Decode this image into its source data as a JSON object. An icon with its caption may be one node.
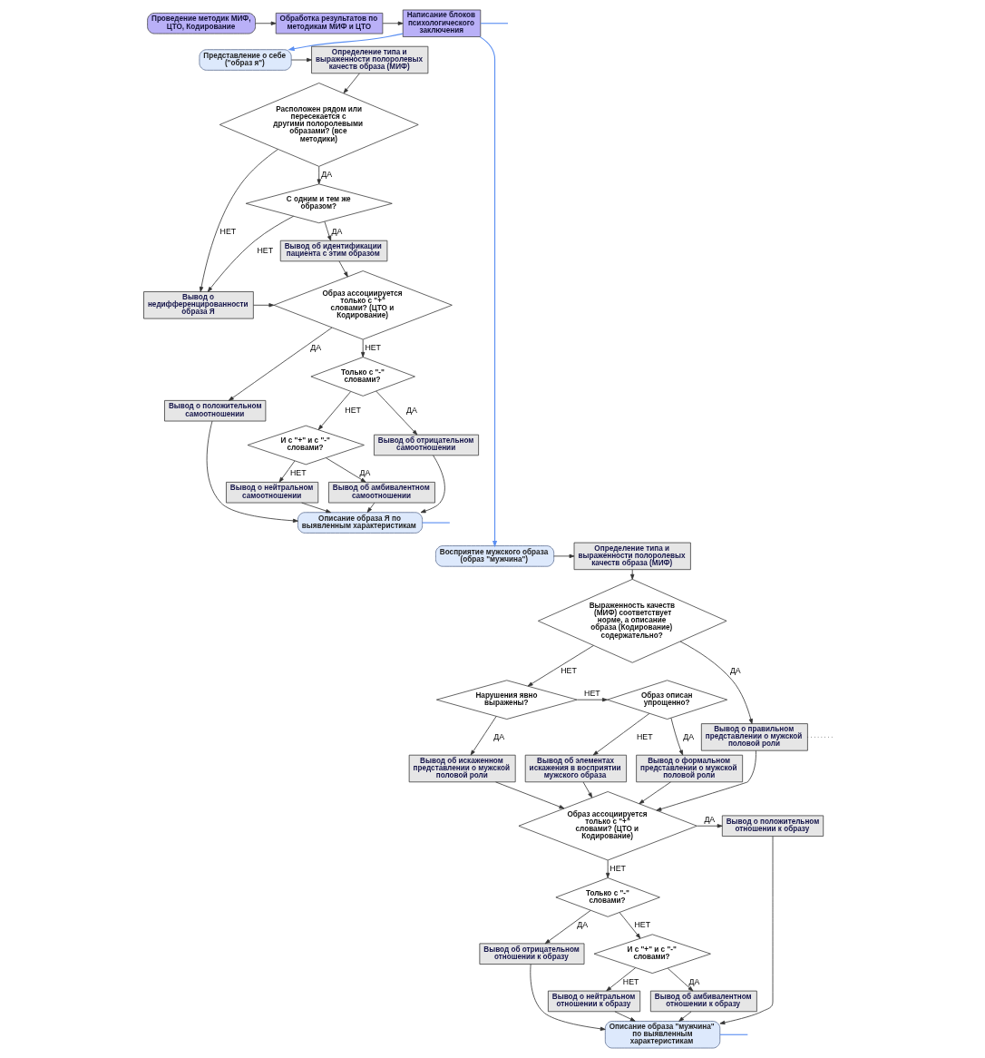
{
  "diagram": {
    "nodes": [
      {
        "text": [
          "Проведение методик МИФ, ЦТО, Кодирование"
        ]
      },
      {
        "text": [
          "Обработка результатов по методикам МИФ и ЦТО"
        ]
      },
      {
        "text": [
          "Написание блоков психологического заключения"
        ]
      },
      {
        "text": [
          "Представление о себе (\"образ я\")"
        ]
      },
      {
        "text": [
          "Определение типа и выраженности полоролевых качеств образа (МИФ)"
        ]
      },
      {
        "text": [
          "Расположен рядом или пересекается с другими полоролевыми образами? (все методики)"
        ]
      },
      {
        "text": [
          "С одним и тем же образом?"
        ]
      },
      {
        "text": [
          "Вывод об идентификации пациента с этим образом"
        ]
      },
      {
        "text": [
          "Вывод о недифференцированности образа Я"
        ]
      },
      {
        "text": [
          "Вывод о положительном самоотношении"
        ]
      },
      {
        "text": [
          "Образ ассоциируется только с \"+\" словами? (ЦТО и Кодирование)"
        ]
      },
      {
        "text": [
          "Вывод о нейтральном самоотношении"
        ]
      },
      {
        "text": [
          "И с \"+\" и с \"-\" словами?"
        ]
      },
      {
        "text": [
          "Только с \"-\" словами?"
        ]
      },
      {
        "text": [
          "Описание образа Я по выявленным характеристикам"
        ]
      },
      {
        "text": [
          "Вывод об амбивалентном самоотношении"
        ]
      },
      {
        "text": [
          "Вывод об отрицательном самоотношении"
        ]
      },
      {
        "text": [
          "Выраженность качеств (МИФ) соответствует норме, а описание образа (Кодирование) содержательно?"
        ]
      },
      {
        "text": [
          "Определение типа и выраженности полоролевых качеств образа (МИФ)"
        ]
      },
      {
        "text": [
          "Восприятие мужского образа (образ \"мужчина\")"
        ]
      },
      {
        "text": [
          "Вывод о правильном представлении о мужской половой роли"
        ]
      },
      {
        "text": [
          "Вывод о формальном представлении о мужской половой роли"
        ]
      },
      {
        "text": [
          "Вывод об искаженном представлении о мужской половой роли"
        ]
      },
      {
        "text": [
          "Нарушения явно выражены?"
        ]
      },
      {
        "text": [
          "Образ описан упрощенно?"
        ]
      },
      {
        "text": [
          "Вывод об элементах искажения в восприятии мужского образа"
        ]
      },
      {
        "text": [
          "Образ ассоциируется только с \"+\" словами? (ЦТО и Кодирование)"
        ]
      },
      {
        "text": [
          "Вывод о положительном отношении к образу"
        ]
      },
      {
        "text": [
          "Вывод о нейтральном отношении к образу"
        ]
      },
      {
        "text": [
          "И с \"+\" и с \"-\" словами?"
        ]
      },
      {
        "text": [
          "Только с \"-\" словами?"
        ]
      },
      {
        "text": [
          "Описание образа \"мужчина\" по выявленным характеристикам"
        ]
      },
      {
        "text": [
          "Вывод об амбивалентном отношении к образу"
        ]
      },
      {
        "text": [
          "Вывод об отрицательном отношении к образу"
        ]
      }
    ],
    "edges": [
      {
        "from": 0,
        "to": 1,
        "arrow": "to"
      },
      {
        "from": 1,
        "to": 2,
        "arrow": "to"
      },
      {
        "from": 2,
        "to": 3,
        "arrow": "to",
        "color": "#5b8ff2"
      },
      {
        "from": 2,
        "to": 19,
        "arrow": "to",
        "color": "#5b8ff2"
      },
      {
        "from": 2,
        "to": null,
        "arrow": "none",
        "color": "#5b8ff2"
      },
      {
        "from": 3,
        "to": 4,
        "arrow": "to"
      },
      {
        "from": 4,
        "to": 5,
        "arrow": "to"
      },
      {
        "from": 5,
        "to": 6,
        "arrow": "to",
        "label": "ДА"
      },
      {
        "from": 5,
        "to": 8,
        "arrow": "to",
        "label": "НЕТ"
      },
      {
        "from": 6,
        "to": 7,
        "arrow": "to",
        "label": "ДА"
      },
      {
        "from": 6,
        "to": 8,
        "arrow": "to",
        "label": "НЕТ"
      },
      {
        "from": 8,
        "to": 10,
        "arrow": "to"
      },
      {
        "from": 7,
        "to": 10,
        "arrow": "to"
      },
      {
        "from": 10,
        "to": 9,
        "arrow": "to",
        "label": "ДА"
      },
      {
        "from": 10,
        "to": 13,
        "arrow": "to",
        "label": "НЕТ"
      },
      {
        "from": 13,
        "to": 12,
        "arrow": "to",
        "label": "НЕТ"
      },
      {
        "from": 13,
        "to": 16,
        "arrow": "to",
        "label": "ДА"
      },
      {
        "from": 12,
        "to": 11,
        "arrow": "to",
        "label": "НЕТ"
      },
      {
        "from": 12,
        "to": 15,
        "arrow": "to",
        "label": "ДА"
      },
      {
        "from": 11,
        "to": 14,
        "arrow": "to"
      },
      {
        "from": 15,
        "to": 14,
        "arrow": "to"
      },
      {
        "from": 16,
        "to": 14,
        "arrow": "to"
      },
      {
        "from": 9,
        "to": 14,
        "arrow": "to"
      },
      {
        "from": 14,
        "to": null,
        "arrow": "none",
        "color": "#5b8ff2"
      },
      {
        "from": 19,
        "to": 18,
        "arrow": "to"
      },
      {
        "from": 18,
        "to": 17,
        "arrow": "to"
      },
      {
        "from": 17,
        "to": 20,
        "arrow": "to",
        "label": "ДА"
      },
      {
        "from": 17,
        "to": 23,
        "arrow": "to",
        "label": "НЕТ"
      },
      {
        "from": 23,
        "to": 22,
        "arrow": "to",
        "label": "ДА"
      },
      {
        "from": 23,
        "to": 24,
        "arrow": "to",
        "label": "НЕТ"
      },
      {
        "from": 24,
        "to": 21,
        "arrow": "to",
        "label": "ДА"
      },
      {
        "from": 24,
        "to": 25,
        "arrow": "to",
        "label": "НЕТ"
      },
      {
        "from": 20,
        "to": 26,
        "arrow": "to"
      },
      {
        "from": 20,
        "to": null,
        "arrow": "none",
        "style": "dashed"
      },
      {
        "from": 22,
        "to": 26,
        "arrow": "to"
      },
      {
        "from": 21,
        "to": 26,
        "arrow": "to"
      },
      {
        "from": 25,
        "to": 26,
        "arrow": "to"
      },
      {
        "from": 26,
        "to": 27,
        "arrow": "to",
        "label": "ДА"
      },
      {
        "from": 26,
        "to": 30,
        "arrow": "to",
        "label": "НЕТ"
      },
      {
        "from": 30,
        "to": 29,
        "arrow": "to",
        "label": "НЕТ"
      },
      {
        "from": 30,
        "to": 33,
        "arrow": "to",
        "label": "ДА"
      },
      {
        "from": 29,
        "to": 28,
        "arrow": "to",
        "label": "НЕТ"
      },
      {
        "from": 29,
        "to": 32,
        "arrow": "to",
        "label": "ДА"
      },
      {
        "from": 28,
        "to": 31,
        "arrow": "to"
      },
      {
        "from": 32,
        "to": 31,
        "arrow": "to"
      },
      {
        "from": 33,
        "to": 31,
        "arrow": "to"
      },
      {
        "from": 27,
        "to": 31,
        "arrow": "to"
      },
      {
        "from": 31,
        "to": null,
        "arrow": "none",
        "color": "#5b8ff2"
      }
    ]
  }
}
